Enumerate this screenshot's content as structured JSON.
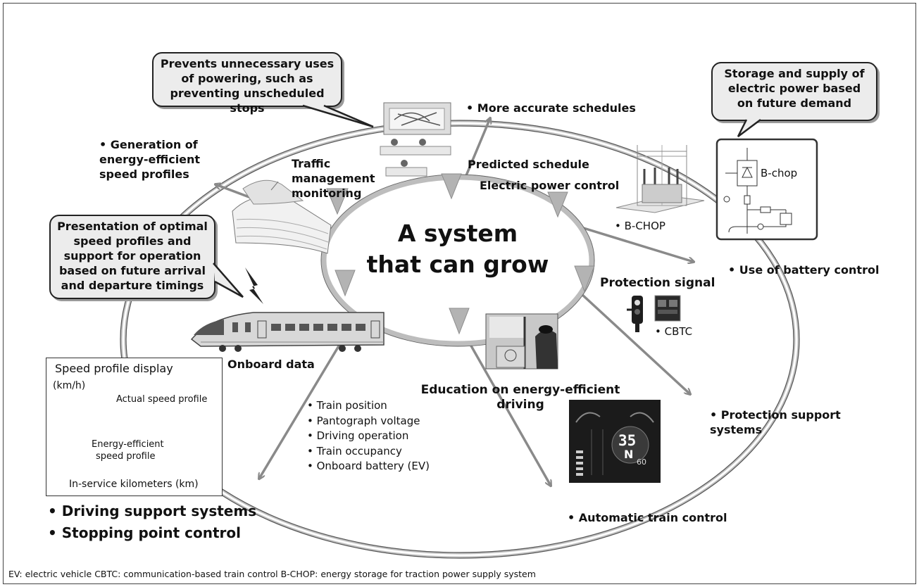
{
  "center": {
    "line1": "A system",
    "line2": "that can grow"
  },
  "callouts": {
    "top": "Prevents unnecessary uses of powering, such as preventing unscheduled stops",
    "right": "Storage and supply of electric power based on future demand",
    "left": "Presentation of optimal speed profiles and support for operation based on future arrival and departure timings"
  },
  "labels": {
    "more_accurate": "• More accurate schedules",
    "generation": "• Generation of energy-efficient speed profiles",
    "traffic": "Traffic management monitoring",
    "predicted": "Predicted schedule",
    "power_control": "Electric power control",
    "bchop": "• B-CHOP",
    "battery": "• Use of battery control",
    "protection_signal": "Protection signal",
    "cbtc": "• CBTC",
    "onboard": "Onboard data",
    "education": "Education on energy-efficient driving",
    "protection_support": "• Protection support systems",
    "automatic": "• Automatic train control",
    "driving_support": "• Driving support systems",
    "stopping": "• Stopping point control",
    "bchop_circuit": "B-chop"
  },
  "onboard_list": [
    "• Train position",
    "• Pantograph voltage",
    "• Driving operation",
    "• Train occupancy",
    "• Onboard battery (EV)"
  ],
  "speed_chart": {
    "title": "Speed profile display",
    "yunit": "(km/h)",
    "xlabel": "In-service kilometers (km)",
    "actual": "Actual speed profile",
    "efficient_line1": "Energy-efficient",
    "efficient_line2": "speed profile"
  },
  "gauge": {
    "value": "35",
    "sub": "N",
    "small": "60"
  },
  "footnote": "EV: electric vehicle   CBTC: communication-based train control   B-CHOP: energy storage for traction power supply system",
  "colors": {
    "arrow": "#8a8a8a",
    "callout_bg": "#ececec",
    "ring": "#b5b5b5",
    "panel_dark": "#1b1b1b"
  }
}
